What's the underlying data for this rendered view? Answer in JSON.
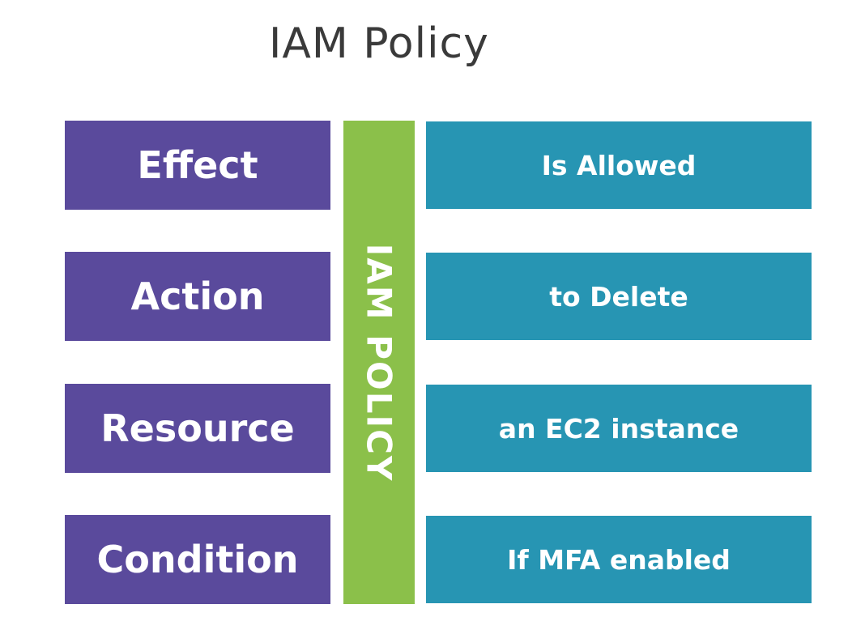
{
  "title": "IAM Policy",
  "center_label": "IAM POLICY",
  "colors": {
    "left": "#5a4a9c",
    "right": "#2795b3",
    "center": "#8bc04a",
    "title": "#3a3a3a"
  },
  "rows": [
    {
      "label": "Effect",
      "value": "Is Allowed"
    },
    {
      "label": "Action",
      "value": "to Delete"
    },
    {
      "label": "Resource",
      "value": "an EC2 instance"
    },
    {
      "label": "Condition",
      "value": "If MFA enabled"
    }
  ]
}
